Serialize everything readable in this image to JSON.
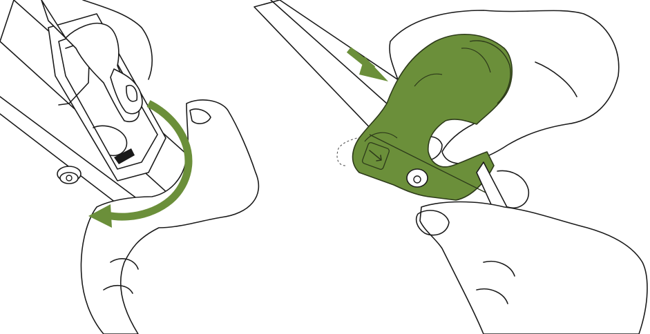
{
  "figure": {
    "accent_color": "#6b8f3a",
    "accent_dark": "#55752c",
    "line_color": "#1a1a1a",
    "panels": [
      {
        "id": "left",
        "step": "rotate-lock",
        "arrow": "curved-arrow-icon"
      },
      {
        "id": "right",
        "step": "slide-on-clip",
        "arrow": "straight-arrow-icon"
      }
    ]
  }
}
